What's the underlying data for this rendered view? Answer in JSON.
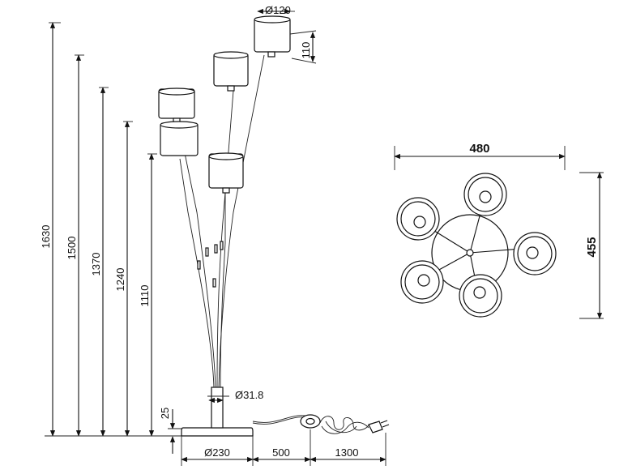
{
  "heights": {
    "h1630": "1630",
    "h1500": "1500",
    "h1370": "1370",
    "h1240": "1240",
    "h1110": "1110",
    "base_thickness": "25"
  },
  "shade": {
    "diameter": "Ø120",
    "height": "110"
  },
  "stem": {
    "diameter": "Ø31.8"
  },
  "bottom": {
    "base_diameter": "Ø230",
    "cable_to_switch": "500",
    "switch_to_plug": "1300"
  },
  "top_view": {
    "width": "480",
    "depth": "455"
  }
}
